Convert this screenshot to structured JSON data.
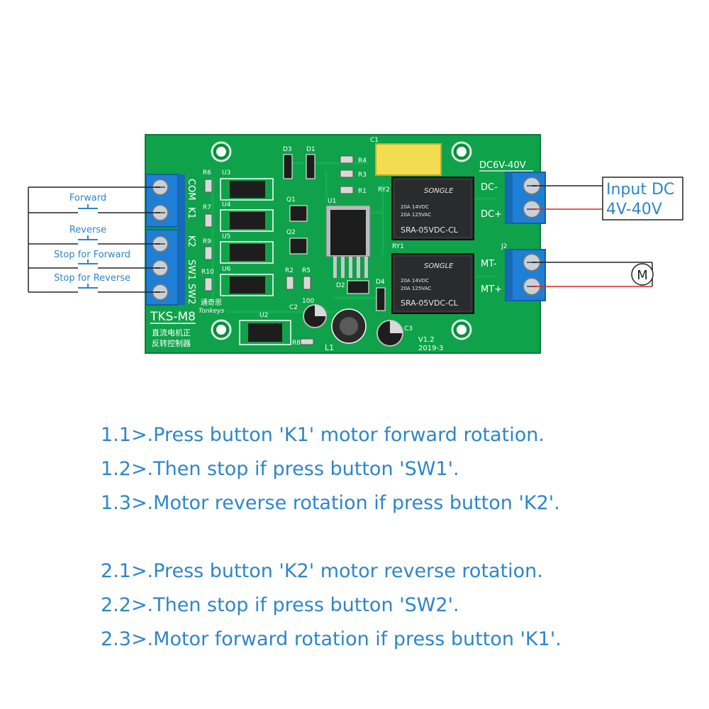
{
  "board": {
    "model": "TKS-M8",
    "brand_cn": "通奇思",
    "brand": "Tonkeys",
    "desc_cn_line1": "直流电机正",
    "desc_cn_line2": "反转控制器",
    "version": "V1.2",
    "date": "2019-3",
    "voltage_label": "DC6V-40V",
    "terminal_labels": {
      "com": "COM",
      "k1": "K1",
      "k2": "K2",
      "sw1": "SW1",
      "sw2": "SW2",
      "dc_minus": "DC-",
      "dc_plus": "DC+",
      "mt_minus": "MT-",
      "mt_plus": "MT+"
    },
    "ref": {
      "r6": "R6",
      "r7": "R7",
      "r9": "R9",
      "r10": "R10",
      "u3": "U3",
      "u4": "U4",
      "u5": "U5",
      "u6": "U6",
      "u2": "U2",
      "u1": "U1",
      "q1": "Q1",
      "q2": "Q2",
      "r2": "R2",
      "r5": "R5",
      "r8": "R8",
      "d1": "D1",
      "d2": "D2",
      "d3": "D3",
      "d4": "D4",
      "r1": "R1",
      "r3": "R3",
      "r4": "R4",
      "c1": "C1",
      "c2": "C2",
      "c3": "C3",
      "l1": "L1",
      "ry1": "RY1",
      "ry2": "RY2",
      "j2": "J2",
      "c2val": "100"
    },
    "relay": {
      "brand": "SONGLE",
      "rating1": "20A 14VDC",
      "rating2": "20A 125VAC",
      "model": "SRA-05VDC-CL"
    }
  },
  "buttons": {
    "forward": "Forward",
    "reverse": "Reverse",
    "stop_forward": "Stop for Forward",
    "stop_reverse": "Stop for Reverse"
  },
  "power_annotation": {
    "line1": "Input DC",
    "line2": "4V-40V"
  },
  "motor_symbol": "M",
  "instructions": [
    "1.1>.Press button 'K1' motor forward rotation.",
    "1.2>.Then stop if press button 'SW1'.",
    "1.3>.Motor reverse rotation if press button 'K2'.",
    "2.1>.Press button 'K2' motor reverse rotation.",
    "2.2>.Then stop if press button 'SW2'.",
    "2.3>.Motor forward rotation if press button 'K1'."
  ],
  "colors": {
    "pcb": "#0fa24a",
    "terminal": "#1e7fd6",
    "wire_red": "#e02424",
    "text_blue": "#2e86c8"
  }
}
